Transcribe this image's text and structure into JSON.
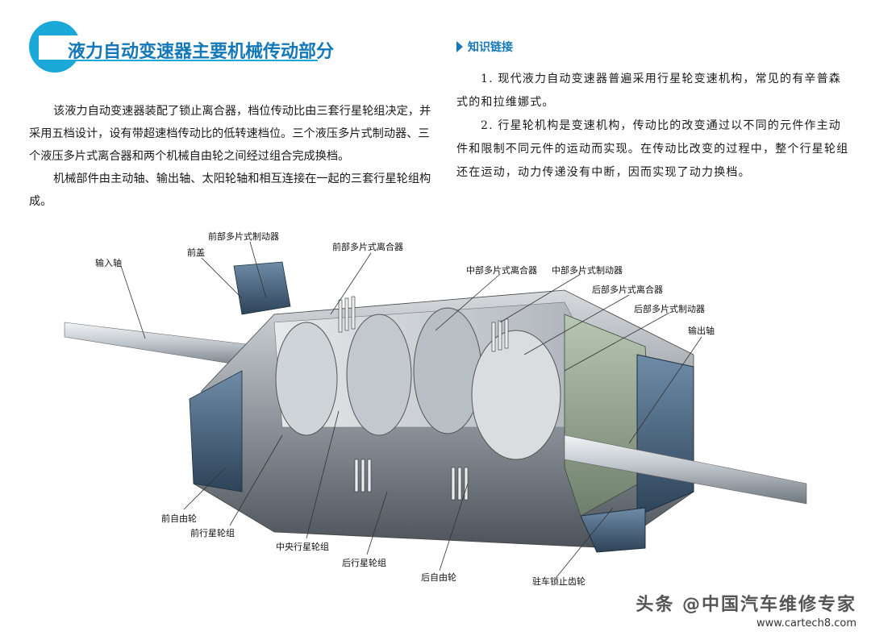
{
  "title": "液力自动变速器主要机械传动部分",
  "left_paragraphs": [
    "该液力自动变速器装配了锁止离合器，档位传动比由三套行星轮组决定，并采用五档设计，设有带超速档传动比的低转速档位。三个液压多片式制动器、三个液压多片式离合器和两个机械自由轮之间经过组合完成换档。",
    "机械部件由主动轴、输出轴、太阳轮轴和相互连接在一起的三套行星轮组构成。"
  ],
  "side_heading": "知识链接",
  "right_paragraphs": [
    "1. 现代液力自动变速器普遍采用行星轮变速机构，常见的有辛普森式的和拉维娜式。",
    "2. 行星轮机构是变速机构，传动比的改变通过以不同的元件作主动件和限制不同元件的运动而实现。在传动比改变的过程中，整个行星轮组还在运动，动力传递没有中断，因而实现了动力换档。"
  ],
  "labels": {
    "front_brake": "前部多片式制动器",
    "front_cover": "前盖",
    "front_clutch": "前部多片式离合器",
    "input_shaft": "输入轴",
    "mid_clutch": "中部多片式离合器",
    "mid_brake": "中部多片式制动器",
    "rear_clutch": "后部多片式离合器",
    "rear_brake": "后部多片式制动器",
    "output_shaft": "输出轴",
    "front_freewheel": "前自由轮",
    "front_planetary": "前行星轮组",
    "center_planetary": "中央行星轮组",
    "rear_planetary": "后行星轮组",
    "rear_freewheel": "后自由轮",
    "parking_gear": "驻车锁止齿轮"
  },
  "watermark": {
    "line1": "头条 @中国汽车维修专家",
    "line2": "www.cartech8.com"
  },
  "colors": {
    "accent": "#1aa8d8",
    "title": "#1578b8"
  }
}
